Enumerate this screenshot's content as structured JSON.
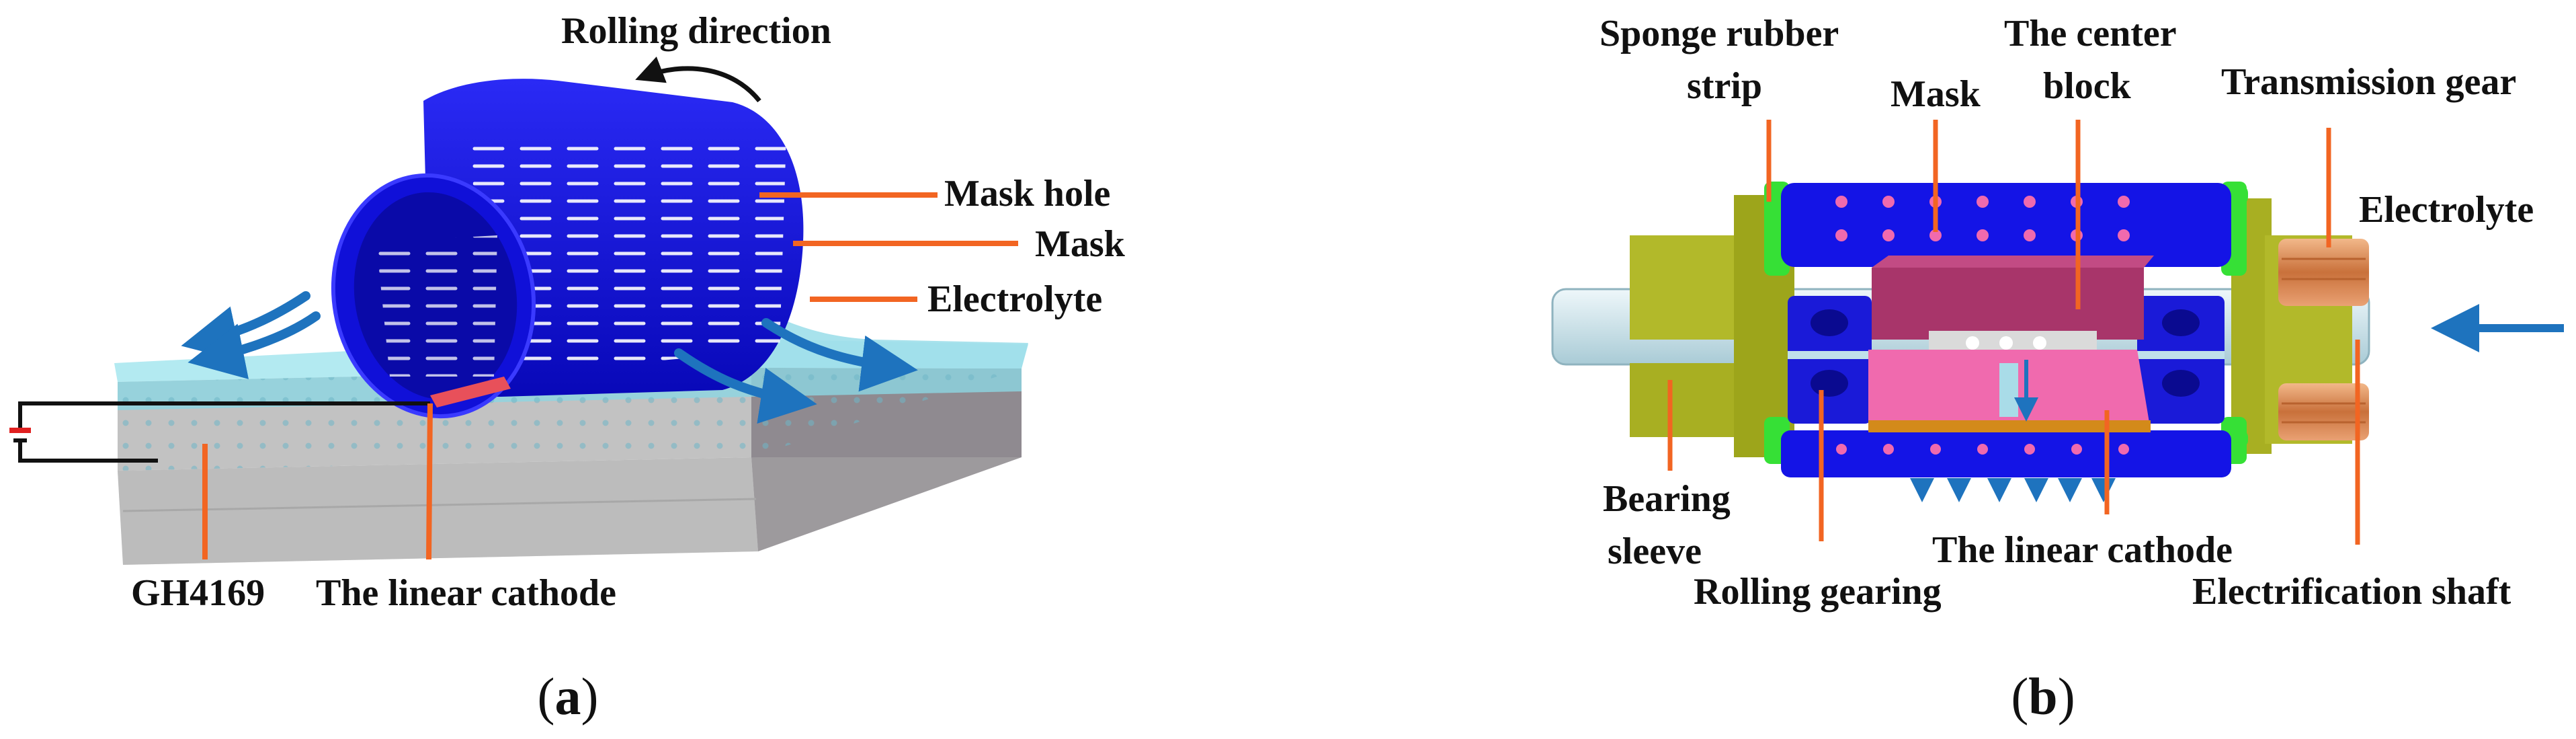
{
  "colors": {
    "leader_line": "#F26522",
    "flow_arrow": "#1E73BE",
    "mask_blue": "#1414E6",
    "electrolyte": "#9FE3EC",
    "workpiece": "#BDBDBD",
    "shaft": "#CFE6EE",
    "sleeve_olive": "#AEB51C",
    "strip_green": "#33E633",
    "center_block": "#A8356A",
    "cathode_pink": "#F06AAE",
    "gear_copper": "#D98A55"
  },
  "panel_a": {
    "caption_open": "(",
    "caption_letter": "a",
    "caption_close": ")",
    "labels": {
      "rolling_direction": "Rolling direction",
      "mask_hole": "Mask hole",
      "mask": "Mask",
      "electrolyte": "Electrolyte",
      "gh4169": "GH4169",
      "linear_cathode": "The linear cathode"
    },
    "icons": [
      "rotation-arrow-icon",
      "flow-arrow-icon",
      "power-source-icon"
    ]
  },
  "panel_b": {
    "caption_open": "(",
    "caption_letter": "b",
    "caption_close": ")",
    "labels": {
      "sponge_line1": "Sponge rubber",
      "sponge_line2": "strip",
      "mask": "Mask",
      "center_line1": "The center",
      "center_line2": "block",
      "transmission_gear": "Transmission gear",
      "electrolyte": "Electrolyte",
      "bearing_line1": "Bearing",
      "bearing_line2": "sleeve",
      "rolling_gearing": "Rolling gearing",
      "linear_cathode": "The linear cathode",
      "electrification_shaft": "Electrification shaft"
    },
    "icons": [
      "inflow-arrow-icon",
      "outflow-arrow-icon"
    ]
  }
}
